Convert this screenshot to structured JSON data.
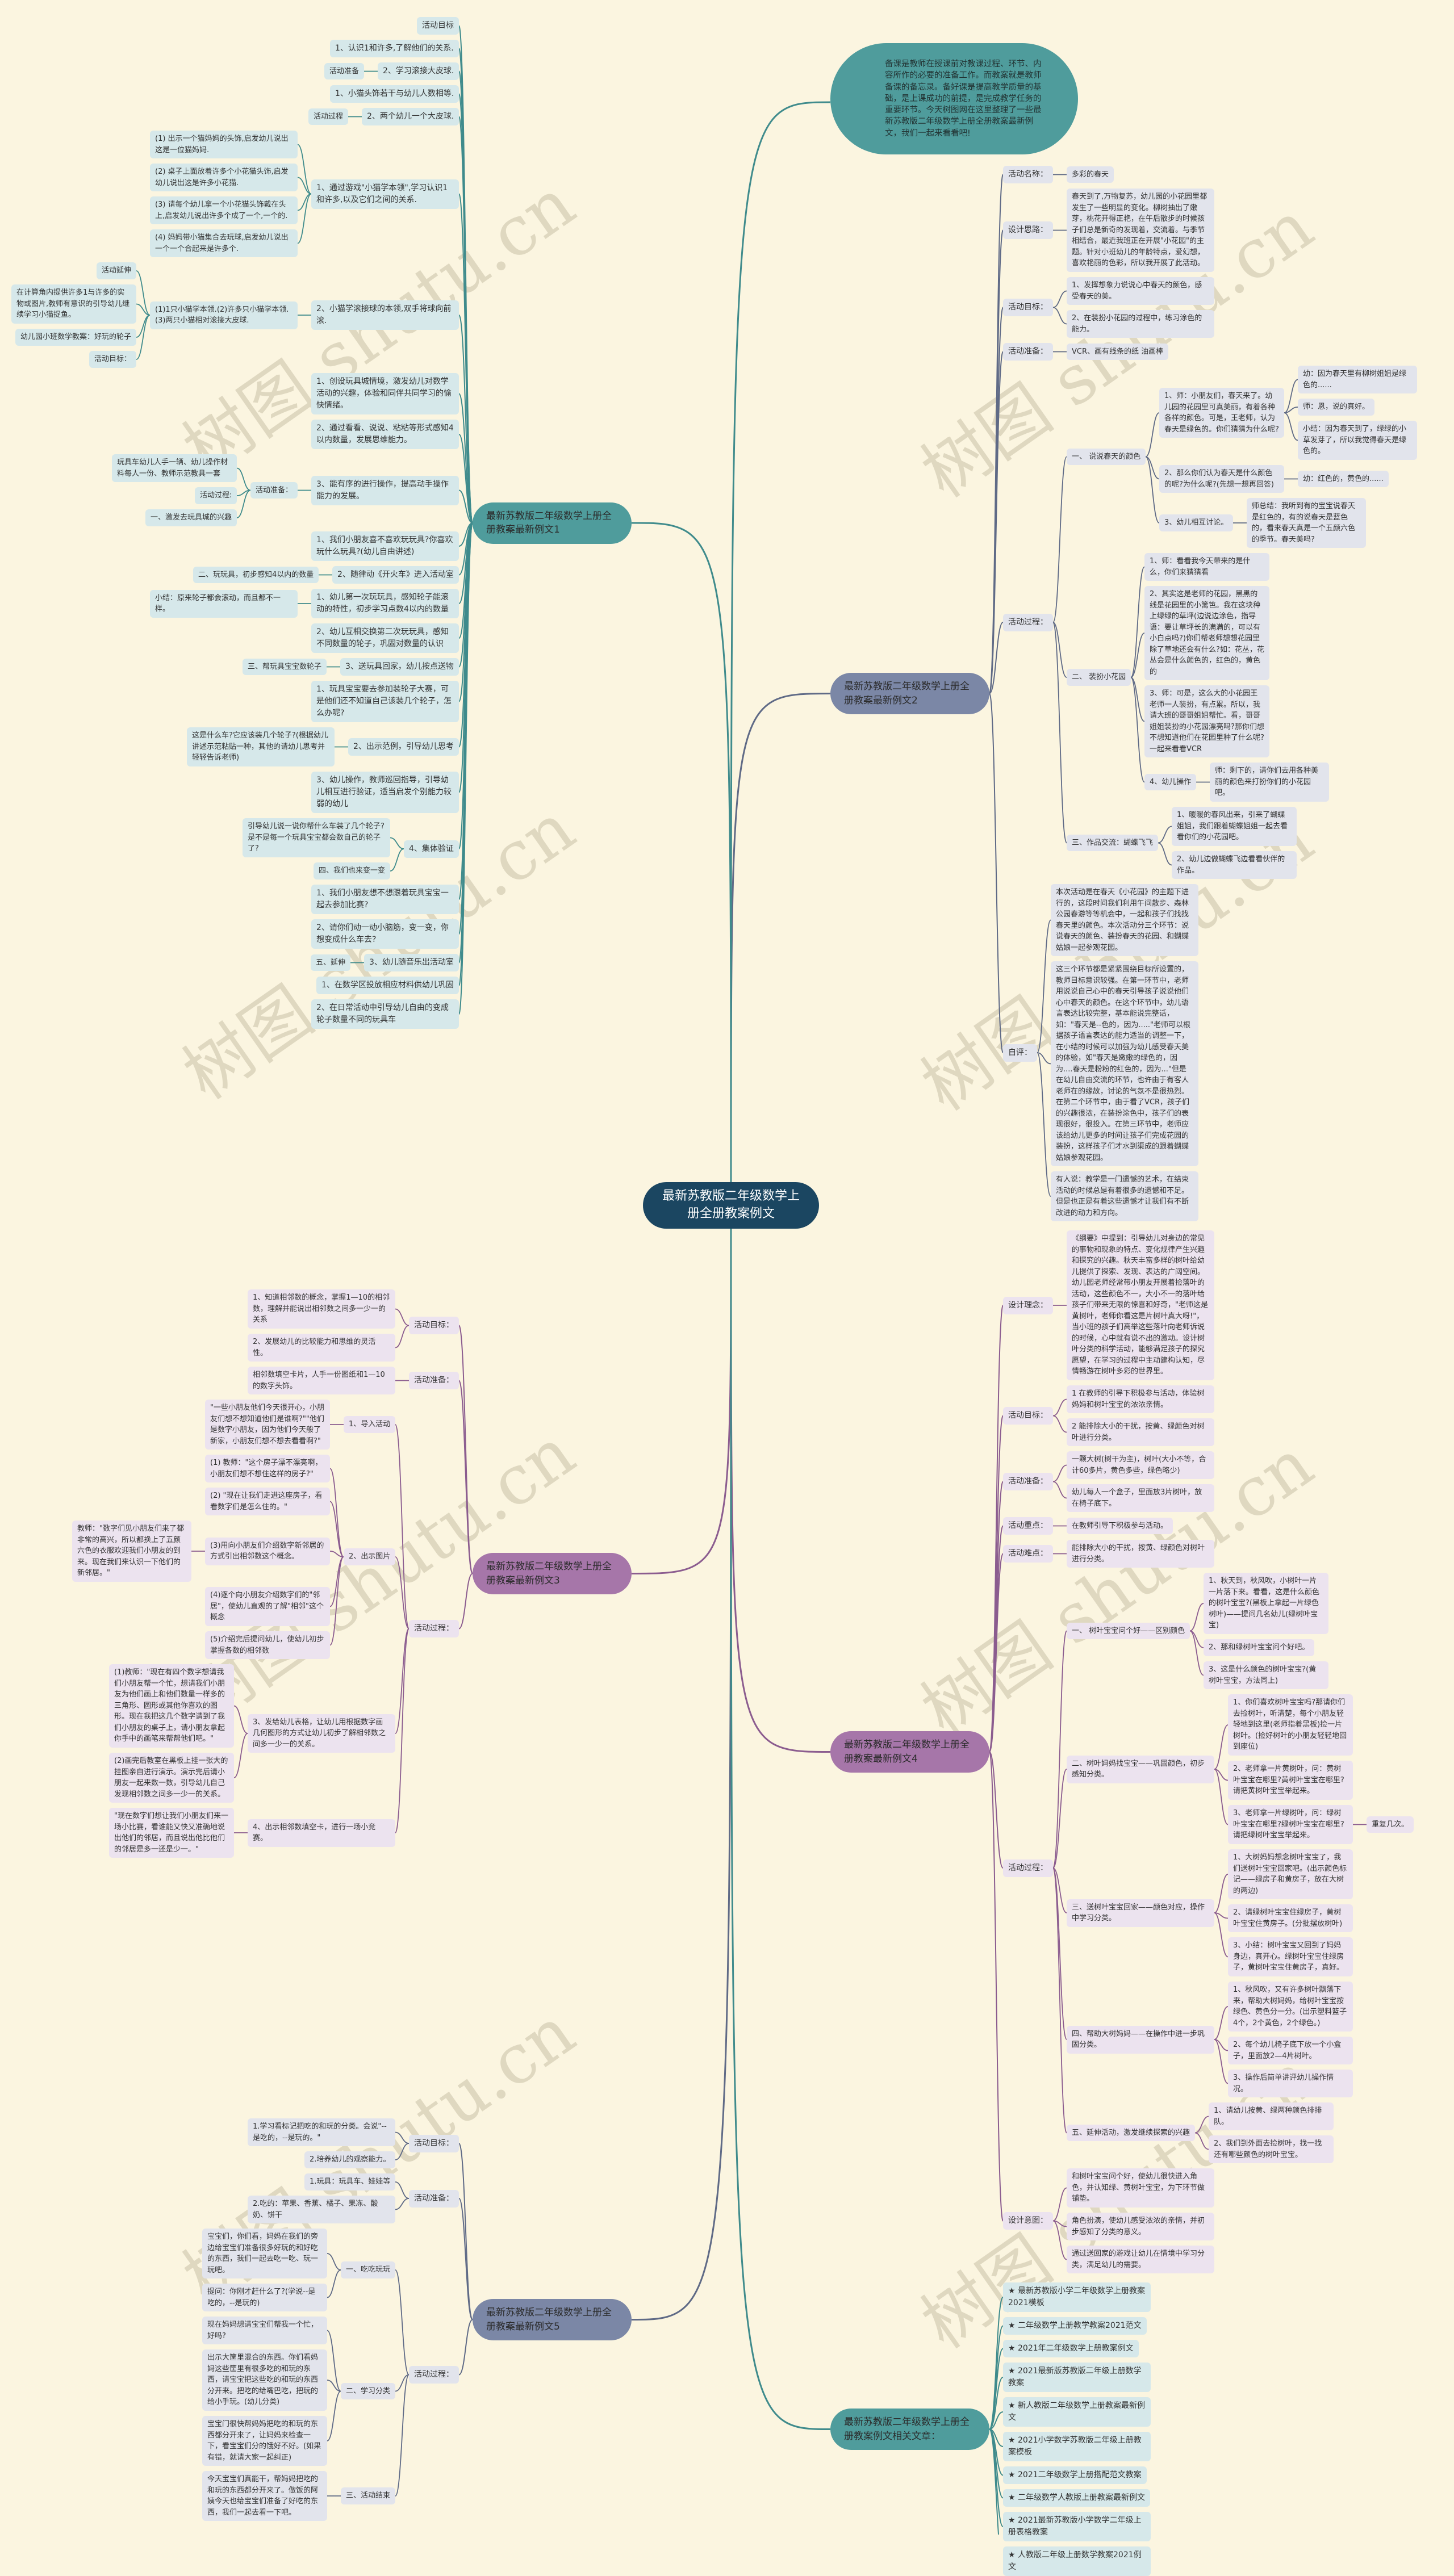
{
  "title": "最新苏教版二年级数学上册全册教案例文",
  "intro": "备课是教师在授课前对教课过程、环节、内容所作的必要的准备工作。而教案就是教师备课的备忘录。备好课是提高教学质量的基础，是上课成功的前提，是完成教学任务的重要环节。今天树图网在这里整理了一些最新苏教版二年级数学上册全册教案最新例文，我们一起来看看吧!",
  "watermark": "树图 shutu.cn",
  "colors": {
    "background": "#fbf5e0",
    "center": "#1b4661",
    "teal": "#4f9c9c",
    "slate": "#7b87a6",
    "purple": "#a676a9"
  },
  "branches": [
    {
      "label": "最新苏教版二年级数学上册全册教案最新例文1",
      "color": "#4f9c9c",
      "line": "#3f8b8c",
      "nodebg": "#d6e8ea",
      "children": [
        {
          "label": "活动目标"
        },
        {
          "label": "1、认识1和许多,了解他们的关系."
        },
        {
          "label": "2、学习滚接大皮球.",
          "children": [
            {
              "label": "活动准备"
            }
          ]
        },
        {
          "label": "1、小猫头饰若干与幼儿人数相等."
        },
        {
          "label": "2、两个幼儿一个大皮球.",
          "children": [
            {
              "label": "活动过程"
            }
          ]
        },
        {
          "label": "1、通过游戏\"小猫学本领\",学习认识1和许多,以及它们之间的关系.",
          "children": [
            {
              "label": "(1) 出示一个猫妈妈的头饰,启发幼儿说出这是一位猫妈妈."
            },
            {
              "label": "(2) 桌子上面放着许多个小花猫头饰,启发幼儿说出这是许多小花猫."
            },
            {
              "label": "(3) 请每个幼儿拿一个小花猫头饰戴在头上,启发幼儿说出许多个成了一个,一个的."
            },
            {
              "label": "(4) 妈妈带小猫集合去玩球,启发幼儿说出一个一个合起来是许多个."
            }
          ]
        },
        {
          "label": "2、小猫学滚接球的本领,双手将球向前滚.",
          "children": [
            {
              "label": "(1)1只小猫学本领.(2)许多只小猫学本领.(3)两只小猫相对滚接大皮球.",
              "children": [
                {
                  "label": "活动延伸"
                },
                {
                  "label": "在计算角内提供许多1与许多的实物或图片,教师有意识的引导幼儿继续学习小猫捉鱼。"
                },
                {
                  "label": "幼儿园小班数学教案：好玩的轮子"
                },
                {
                  "label": "活动目标："
                }
              ]
            }
          ]
        },
        {
          "label": "1、创设玩具城情境，激发幼儿对数学活动的兴趣，体验和同伴共同学习的愉快情绪。"
        },
        {
          "label": "2、通过看看、说说、粘粘等形式感知4以内数量，发展思维能力。"
        },
        {
          "label": "3、能有序的进行操作，提高动手操作能力的发展。",
          "children": [
            {
              "label": "活动准备：",
              "children": [
                {
                  "label": "玩具车幼儿人手一辆、幼儿操作材料每人一份、教师示范教具一套"
                },
                {
                  "label": "活动过程:"
                },
                {
                  "label": "一、激发去玩具城的兴趣"
                }
              ]
            }
          ]
        },
        {
          "label": "1、我们小朋友喜不喜欢玩玩具?你喜欢玩什么玩具?(幼儿自由讲述)"
        },
        {
          "label": "2、随律动《开火车》进入活动室",
          "children": [
            {
              "label": "二、玩玩具，初步感知4以内的数量"
            }
          ]
        },
        {
          "label": "1、幼儿第一次玩玩具，感知轮子能滚动的特性，初步学习点数4以内的数量",
          "children": [
            {
              "label": "小结：原来轮子都会滚动，而且都不一样。"
            }
          ]
        },
        {
          "label": "2、幼儿互相交换第二次玩玩具，感知不同数量的轮子，巩固对数量的认识"
        },
        {
          "label": "3、送玩具回家，幼儿按点送物",
          "children": [
            {
              "label": "三、帮玩具宝宝数轮子"
            }
          ]
        },
        {
          "label": "1、玩具宝宝要去参加装轮子大赛，可是他们还不知道自己该装几个轮子，怎么办呢?"
        },
        {
          "label": "2、出示范例，引导幼儿思考",
          "children": [
            {
              "label": "这是什么车?它应该装几个轮子?(根据幼儿讲述示范粘贴一种，其他的请幼儿思考并轻轻告诉老师)"
            }
          ]
        },
        {
          "label": "3、幼儿操作，教师巡回指导，引导幼儿相互进行验证，适当启发个别能力较弱的幼儿"
        },
        {
          "label": "4、集体验证",
          "children": [
            {
              "label": "引导幼儿说一说你帮什么车装了几个轮子?是不是每一个玩具宝宝都会数自己的轮子了?"
            },
            {
              "label": "四、我们也来变一变"
            }
          ]
        },
        {
          "label": "1、我们小朋友想不想跟着玩具宝宝一起去参加比赛?"
        },
        {
          "label": "2、请你们动一动小脑筋，变一变，你想变成什么车去?"
        },
        {
          "label": "3、幼儿随音乐出活动室",
          "children": [
            {
              "label": "五、延伸"
            }
          ]
        },
        {
          "label": "1、在数学区投放相应材料供幼儿巩固"
        },
        {
          "label": "2、在日常活动中引导幼儿自由的变成轮子数量不同的玩具车"
        }
      ]
    },
    {
      "label": "最新苏教版二年级数学上册全册教案最新例文2",
      "color": "#7b87a6",
      "line": "#5f6a86",
      "nodebg": "#e2e4ec",
      "children": [
        {
          "label": "活动名称：",
          "children": [
            {
              "label": "多彩的春天"
            }
          ]
        },
        {
          "label": "设计思路：",
          "children": [
            {
              "label": "春天到了,万物复苏，幼儿园的小花园里都发生了一些明显的变化。柳树抽出了嫩芽，桃花开得正艳，在午后散步的时候孩子们总是新奇的发现着，交流着。与季节相结合，最近我班正在开展\"小花园\"的主题。针对小班幼儿的年龄特点，爱幻想，喜欢艳丽的色彩，所以我开展了此活动。"
            }
          ]
        },
        {
          "label": "活动目标：",
          "children": [
            {
              "label": "1、发挥想象力说说心中春天的颜色，感受春天的美。"
            },
            {
              "label": "2、在装扮小花园的过程中，练习涂色的能力。"
            }
          ]
        },
        {
          "label": "活动准备：",
          "children": [
            {
              "label": "VCR、画有线条的纸 油画棒"
            }
          ]
        },
        {
          "label": "活动过程：",
          "children": [
            {
              "label": "一、 说说春天的颜色",
              "children": [
                {
                  "label": "1、师：小朋友们，春天来了。幼儿园的花园里可真美丽，有着各种各样的颜色。可是，王老师，认为春天是绿色的。你们猜猜为什么呢?",
                  "children": [
                    {
                      "label": "幼：因为春天里有柳树姐姐是绿色的......"
                    },
                    {
                      "label": "师：恩，说的真好。"
                    },
                    {
                      "label": "小结：因为春天到了，绿绿的小草发芽了，所以我觉得春天是绿色的。"
                    }
                  ]
                },
                {
                  "label": "2、那么你们认为春天是什么颜色的呢?为什么呢?(先想一想再回答)",
                  "children": [
                    {
                      "label": "幼：红色的，黄色的......"
                    }
                  ]
                },
                {
                  "label": "3、幼儿相互讨论。",
                  "children": [
                    {
                      "label": "师总结：我听到有的宝宝说春天是红色的，有的说春天是蓝色的，看来春天真是一个五颜六色的季节。春天美吗?"
                    }
                  ]
                }
              ]
            },
            {
              "label": "二、 装扮小花园",
              "children": [
                {
                  "label": "1、师：看看我今天带来的是什么，你们来猜猜看"
                },
                {
                  "label": "2、其实这是老师的花园，黑黑的线是花园里的小篱笆。我在这块种上绿绿的草坪(边说边涂色，指导语：要让草坪长的满满的，可以有小白点吗?)你们帮老师想想花园里除了草地还会有什么?如：花丛，花丛会是什么颜色的，红色的，黄色的"
                },
                {
                  "label": "3、师：可是，这么大的小花园王老师一人装扮，有点累。所以，我请大班的哥哥姐姐帮忙。看，哥哥姐姐装扮的小花园漂亮吗?那你们想不想知道他们在花园里种了什么呢?一起来看看VCR"
                },
                {
                  "label": "4、幼儿操作",
                  "children": [
                    {
                      "label": "师：剩下的，请你们去用各种美丽的颜色来打扮你们的小花园吧。"
                    }
                  ]
                }
              ]
            },
            {
              "label": "三、作品交流：蝴蝶飞飞",
              "children": [
                {
                  "label": "1、暖暖的春风出来，引来了蝴蝶姐姐，我们跟着蝴蝶姐姐一起去看看你们的小花园吧。"
                },
                {
                  "label": "2、幼儿边做蝴蝶飞边看看伙伴的作品。"
                }
              ]
            }
          ]
        },
        {
          "label": "自评：",
          "children": [
            {
              "label": "本次活动是在春天《小花园》的主题下进行的，这段时间我们利用午间散步、森林公园春游等等机会中，一起和孩子们找找春天里的颜色。本次活动分三个环节：说说春天的颜色、装扮春天的花园、和蝴蝶姑娘一起参观花园。"
            },
            {
              "label": "这三个环节都是紧紧围绕目标所设置的，教师目标意识较强。在第一环节中，老师用说说自己心中的春天引导孩子说说他们心中春天的颜色。在这个环节中，幼儿语言表达比较完整，基本能说完整话，如：\"春天是--色的，因为.....\"老师可以根据孩子语言表达的能力适当的调整一下，在小结的时候可以加强为幼儿感受春天美的体验，如\"春天是嫩嫩的绿色的，因为....春天是粉粉的红色的，因为...\"但是在幼儿自由交流的环节，也许由于有客人老师在的缘故，讨论的气氛不是很热烈。在第二个环节中，由于看了VCR，孩子们的兴趣很浓，在装扮涂色中，孩子们的表现很好，很投入。在第三环节中，老师应该给幼儿更多的时间让孩子们完成花园的装扮，这样孩子们才水到渠成的跟着蝴蝶姑娘参观花园。"
            },
            {
              "label": "有人说：教学是一门遗憾的艺术，在结束活动的时候总是有着很多的遗憾和不足。但是也正是有着这些遗憾才让我们有不断改进的动力和方向。"
            }
          ]
        }
      ]
    },
    {
      "label": "最新苏教版二年级数学上册全册教案最新例文3",
      "color": "#a676a9",
      "line": "#8b5c8f",
      "nodebg": "#ece3ef",
      "children": [
        {
          "label": "活动目标：",
          "children": [
            {
              "label": "1、知道相邻数的概念，掌握1—10的相邻数，理解并能说出相邻数之间多一少一的关系"
            },
            {
              "label": "2、发展幼儿的比较能力和思维的灵活性。"
            }
          ]
        },
        {
          "label": "活动准备：",
          "children": [
            {
              "label": "相邻数填空卡片，人手一份图纸和1—10的数字头饰。"
            }
          ]
        },
        {
          "label": "活动过程：",
          "children": [
            {
              "label": "1、导入活动",
              "children": [
                {
                  "label": "\"一些小朋友他们今天很开心，小朋友们想不想知道他们是谁啊?\"\"他们是数字小朋友，因为他们今天般了新家，小朋友们想不想去看看啊?\""
                }
              ]
            },
            {
              "label": "2、出示图片",
              "children": [
                {
                  "label": "(1) 教师：\"这个房子漂不漂亮啊，小朋友们想不想住这样的房子?\""
                },
                {
                  "label": "(2) \"现在让我们走进这座房子，看看数字们是怎么住的。\""
                },
                {
                  "label": "(3)用向小朋友们介绍数字新邻居的方式引出相邻数这个概念。",
                  "children": [
                    {
                      "label": "教师：\"数字们见小朋友们来了都非常的高兴，所以都换上了五颜六色的衣服欢迎我们小朋友的到来。现在我们来认识一下他们的新邻居。\""
                    }
                  ]
                },
                {
                  "label": "(4)逐个向小朋友介绍数字们的\"邻居\"，使幼儿直观的了解\"相邻\"这个概念"
                },
                {
                  "label": "(5)介绍完后提问幼儿，使幼儿初步掌握各数的相邻数"
                }
              ]
            },
            {
              "label": "3、发给幼儿表格，让幼儿用根据数字画几何图形的方式让幼儿初步了解相邻数之间多一少一的关系。",
              "children": [
                {
                  "label": "(1)教师：\"现在有四个数字想请我们小朋友帮一个忙，想请我们小朋友为他们画上和他们数量一样多的三角形、圆形或其他你喜欢的图形。现在我把这几个数字请到了我们小朋友的桌子上，请小朋友拿起你手中的画笔来帮帮他们吧。\""
                },
                {
                  "label": "(2)画完后教室在黑板上挂一张大的挂图亲自进行演示。演示完后请小朋友一起来数一数，引导幼儿自己发现相邻数之间多一少一的关系。"
                }
              ]
            },
            {
              "label": "4、出示相邻数填空卡，进行一场小竞赛。",
              "children": [
                {
                  "label": "\"现在数字们想让我们小朋友们来一场小比赛，看谁能又快又准确地说出他们的邻居，而且说出他比他们的邻居是多一还是少一。\""
                }
              ]
            }
          ]
        }
      ]
    },
    {
      "label": "最新苏教版二年级数学上册全册教案最新例文4",
      "color": "#a676a9",
      "line": "#8b5c8f",
      "nodebg": "#ece3ef",
      "children": [
        {
          "label": "设计理念：",
          "children": [
            {
              "label": "《纲要》中提到：引导幼儿对身边的常见的事物和现象的特点、变化规律产生兴趣和探究的兴趣。秋天丰富多样的树叶给幼儿提供了探索、发现、表达的广阔空间。幼儿园老师经常带小朋友开展着捡落叶的活动，这些颜色不一，大小不一的落叶给孩子们带来无限的惊喜和好奇，\"老师这是黄树叶，老师你看这是片树叶真大呀!\"，当小班的孩子们高举这些落叶向老师诉说的时候，心中就有说不出的激动。设计树叶分类的科学活动，能够满足孩子的探究愿望，在学习的过程中主动建构认知，尽情畅游在树叶多彩的世界里。"
            }
          ]
        },
        {
          "label": "活动目标：",
          "children": [
            {
              "label": "1 在教师的引导下积极参与活动，体验树妈妈和树叶宝宝的浓浓亲情。"
            },
            {
              "label": "2 能排除大小的干扰，按黄、绿颜色对树叶进行分类。"
            }
          ]
        },
        {
          "label": "活动准备：",
          "children": [
            {
              "label": "一颗大树(树干为主)，树叶(大小不等，合计60多片，黄色多些，绿色略少)"
            },
            {
              "label": "幼儿每人一个盒子，里面放3片树叶，放在椅子底下。"
            }
          ]
        },
        {
          "label": "活动重点：",
          "children": [
            {
              "label": "在教师引导下积极参与活动。"
            }
          ]
        },
        {
          "label": "活动难点：",
          "children": [
            {
              "label": "能排除大小的干扰，按黄、绿颜色对树叶进行分类。"
            }
          ]
        },
        {
          "label": "活动过程：",
          "children": [
            {
              "label": "一、 树叶宝宝问个好——区别颜色",
              "children": [
                {
                  "label": "1、秋天到，秋风吹，小树叶一片一片落下来。看看，这是什么颜色的树叶宝宝?(黑板上拿起一片绿色树叶)——提问几名幼儿(绿树叶宝宝)"
                },
                {
                  "label": "2、那和绿树叶宝宝问个好吧。"
                },
                {
                  "label": "3、这是什么颜色的树叶宝宝?(黄树叶宝宝，方法同上)"
                }
              ]
            },
            {
              "label": "二、树叶妈妈找宝宝——巩固颜色，初步感知分类。",
              "children": [
                {
                  "label": "1、你们喜欢树叶宝宝吗?那请你们去捡树叶，听清楚，每个小朋友轻轻地到这里(老师指着黑板)捡一片树叶。(捡好树叶的小朋友轻轻地回到座位)"
                },
                {
                  "label": "2、老师拿一片黄树叶，问：黄树叶宝宝在哪里?黄树叶宝宝在哪里?请把黄树叶宝宝举起来。"
                },
                {
                  "label": "3、老师拿一片绿树叶，问：绿树叶宝宝在哪里?绿树叶宝宝在哪里?请把绿树叶宝宝举起来。",
                  "children": [
                    {
                      "label": "重复几次。"
                    }
                  ]
                }
              ]
            },
            {
              "label": "三、送树叶宝宝回家——颜色对应，操作中学习分类。",
              "children": [
                {
                  "label": "1、大树妈妈想念树叶宝宝了，我们送树叶宝宝回家吧。(出示颜色标记——绿房子和黄房子，放在大树的两边)"
                },
                {
                  "label": "2、请绿树叶宝宝住绿房子，黄树叶宝宝住黄房子。(分批摆放树叶)"
                },
                {
                  "label": "3、小结：树叶宝宝又回到了妈妈身边，真开心。绿树叶宝宝住绿房子，黄树叶宝宝住黄房子，真好。"
                }
              ]
            },
            {
              "label": "四、帮助大树妈妈——在操作中进一步巩固分类。",
              "children": [
                {
                  "label": "1、秋风吹，又有许多树叶飘落下来，帮助大树妈妈，给树叶宝宝按绿色、黄色分一分。(出示塑料篮子4个，2个黄色，2个绿色。)"
                },
                {
                  "label": "2、每个幼儿椅子底下放一个小盒子，里面放2—4片树叶。"
                },
                {
                  "label": "3、操作后简单讲评幼儿操作情况。"
                }
              ]
            },
            {
              "label": "五、延伸活动，激发继续探索的兴趣",
              "children": [
                {
                  "label": "1、请幼儿按黄、绿两种颜色排排队。"
                },
                {
                  "label": "2、我们到外面去捡树叶，找一找还有哪些颜色的树叶宝宝。"
                }
              ]
            }
          ]
        },
        {
          "label": "设计意图：",
          "children": [
            {
              "label": "和树叶宝宝问个好，使幼儿很快进入角色，并认知绿、黄树叶宝宝，为下环节做铺垫。"
            },
            {
              "label": "角色扮演，使幼儿感受浓浓的亲情，并初步感知了分类的意义。"
            },
            {
              "label": "通过送回家的游戏让幼儿在情境中学习分类，满足幼儿的需要。"
            }
          ]
        }
      ]
    },
    {
      "label": "最新苏教版二年级数学上册全册教案最新例文5",
      "color": "#7b87a6",
      "line": "#5f6a86",
      "nodebg": "#e2e4ec",
      "children": [
        {
          "label": "活动目标：",
          "children": [
            {
              "label": "1.学习看标记把吃的和玩的分类。会说\"--是吃的，--是玩的。\""
            },
            {
              "label": "2.培养幼儿的观察能力。"
            }
          ]
        },
        {
          "label": "活动准备：",
          "children": [
            {
              "label": "1.玩具：玩具车、娃娃等"
            },
            {
              "label": "2.吃的：苹果、香蕉、橘子、果冻、酸奶、饼干"
            }
          ]
        },
        {
          "label": "活动过程：",
          "children": [
            {
              "label": "一、吃吃玩玩",
              "children": [
                {
                  "label": "宝宝们，你们看，妈妈在我们的旁边给宝宝们准备很多好玩的和好吃的东西，我们一起去吃一吃、玩一玩吧。"
                },
                {
                  "label": "提问：你刚才赶什么了?(学说--是吃的，--是玩的)"
                }
              ]
            },
            {
              "label": "二、学习分类",
              "children": [
                {
                  "label": "现在妈妈想请宝宝们帮我一个忙，好吗?"
                },
                {
                  "label": "出示大筐里混合的东西。你们看妈妈这些筐里有很多吃的和玩的东西，请宝宝把这些吃的和玩的东西分开来。把吃的给嘴巴吃，把玩的给小手玩。(幼儿分类)"
                },
                {
                  "label": "宝宝门很快帮妈妈把吃的和玩的东西都分开来了，让妈妈来检查一下，看宝宝们分的饿好不好。(如果有错，就请大家一起纠正)"
                }
              ]
            },
            {
              "label": "三、活动结束",
              "children": [
                {
                  "label": "今天宝宝们真能干，帮妈妈把吃的和玩的东西都分开来了。做饭的阿姨今天也给宝宝们准备了好吃的东西，我们一起去看一下吧。"
                }
              ]
            }
          ]
        }
      ]
    },
    {
      "label": "最新苏教版二年级数学上册全册教案例文相关文章：",
      "color": "#4f9c9c",
      "line": "#3f8b8c",
      "nodebg": "#d6e8ea",
      "related": true,
      "children": [
        {
          "label": "★ 最新苏教版小学二年级数学上册教案2021模板"
        },
        {
          "label": "★ 二年级数学上册教学教案2021范文"
        },
        {
          "label": "★ 2021年二年级数学上册教案例文"
        },
        {
          "label": "★ 2021最新版苏教版二年级上册数学教案"
        },
        {
          "label": "★ 新人教版二年级数学上册教案最新例文"
        },
        {
          "label": "★ 2021小学数学苏教版二年级上册教案模板"
        },
        {
          "label": "★ 2021二年级数学上册搭配范文教案"
        },
        {
          "label": "★ 二年级数学人教版上册教案最新例文"
        },
        {
          "label": "★ 2021最新苏教版小学数学二年级上册表格教案"
        },
        {
          "label": "★ 人教版二年级上册数学教案2021例文"
        }
      ]
    }
  ]
}
